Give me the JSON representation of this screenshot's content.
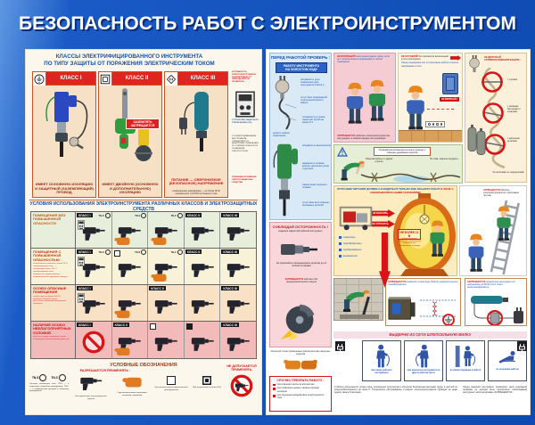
{
  "title": "БЕЗОПАСНОСТЬ РАБОТ С ЭЛЕКТРОИНСТРУМЕНТОМ",
  "strings": {
    "class1": "КЛАСС I",
    "class2": "КЛАСС II",
    "class3": "КЛАСС III",
    "tn_s": "TN-S",
    "tn_c": "TN-C"
  },
  "left": {
    "header1": "КЛАССЫ ЭЛЕКТРИФИЦИРОВАННОГО ИНСТРУМЕНТА",
    "header2": "ПО ТИПУ ЗАЩИТЫ ОТ ПОРАЖЕНИЯ ЭЛЕКТРИЧЕСКИМ ТОКОМ",
    "classes": [
      {
        "label": "КЛАСС I",
        "caption": "ИМЕЕТ ОСНОВНУЮ ИЗОЛЯЦИЮ И ЗАЩИТНЫЙ (ЗАЗЕМЛЯЮЩИЙ) ПРОВОД"
      },
      {
        "label": "КЛАСС II",
        "badge1": "ЗАЗЕМЛЯТЬ",
        "badge2": "ЗАПРЕЩАЕТСЯ",
        "caption": "ИМЕЕТ ДВОЙНУЮ (ОСНОВНУЮ И ДОПОЛНИТЕЛЬНУЮ) ИЗОЛЯЦИЮ"
      },
      {
        "label": "КЛАСС III",
        "caption": "ПИТАНИЕ — СВЕРХНИЗКОЕ (БЕЗОПАСНОЕ) НАПРЯЖЕНИЕ",
        "note": "Номинальное напряжение — не более 50 В переменного и 120 В постоянного тока"
      }
    ],
    "side": {
      "top": "ИСПРАВНОСТЬ ЭЛЕКТРОИНСТРУМЕНТА ПОДТВЕРЖДАЕТСЯ ПЕРИОДИЧЕСКОЙ ПРОВЕРКОЙ",
      "device": "УСТРОЙСТВО ЗАЩИТНОГО ОТКЛЮЧЕНИЯ (УЗО)",
      "mid": "УСЛОВИЯ ПРИМЕНЕНИЯ ИНСТРУМЕНТА ОПРЕДЕЛЯЮТСЯ КАТЕГОРИЕЙ ПОМЕЩЕНИЯ ПО СТЕПЕНИ ОПАСНОСТИ ПОРАЖЕНИЯ ЭЛЕКТРОТОКОМ",
      "bottom": "ПРИМЕНЯЙ ИСПРАВНЫЕ ЭЛЕКТРОЗАЩИТНЫЕ СРЕДСТВА"
    },
    "table_header": "УСЛОВИЯ ИСПОЛЬЗОВАНИЯ ЭЛЕКТРОИНСТРУМЕНТА РАЗЛИЧНЫХ КЛАССОВ И ЭЛЕКТРОЗАЩИТНЫХ СРЕДСТВ",
    "rows": [
      {
        "label": "ПОМЕЩЕНИЯ БЕЗ ПОВЫШЕННОЙ ОПАСНОСТИ"
      },
      {
        "label": "ПОМЕЩЕНИЯ С ПОВЫШЕННОЙ ОПАСНОСТЬЮ",
        "notes": [
          "относительная влажность более 75 %",
          "токопроводящая пыль",
          "температура выше +35 °С",
          "токопроводящие полы",
          "возможность прикосновения к заземленным конструкциям и корпусу"
        ]
      },
      {
        "label": "ОСОБО ОПАСНЫЕ ПОМЕЩЕНИЯ",
        "notes": [
          "особая сырость (около 100 %)",
          "химически активная среда",
          "два и более признаков повышенной опасности"
        ]
      },
      {
        "label": "НАЛИЧИЕ ОСОБО НЕБЛАГОПРИЯТНЫХ УСЛОВИЙ",
        "notes": [
          "работа в сосудах, аппаратах, котлах",
          "в барабанах и металлических емкостях"
        ]
      }
    ],
    "legend": {
      "title": "УСЛОВНЫЕ  ОБОЗНАЧЕНИЯ",
      "allowed": "РАЗРЕШАЕТСЯ ПРИМЕНЯТЬ :",
      "tn_note": "Системы заземления сети: TN-S — с отдельным защитным проводником; TN-C — с совмещенным нулевым и защитным проводником",
      "drill_note": "Без применения электрозащитных средств",
      "glove_note": "С диэлектрическими перчатками, галошами, ковриками",
      "trans_note": "При питании через разделительный трансформатор",
      "volt_note": "При напряжении не более 50 В",
      "not_allowed": "НЕ ДОПУСКАЕТСЯ ПРИМЕНЯТЬ"
    }
  },
  "right": {
    "colA": {
      "header": "ПЕРЕД РАБОТОЙ ПРОВЕРЬ :",
      "badge1": "РАБОТУ ИНСТРУМЕНТА",
      "badge2": "НА ХОЛОСТОМ ХОДУ",
      "check1": "исправность цепи заземления (для инструмента класса I)",
      "check2": "отсутствие повреждений штепсельной вилки и кабеля",
      "check3": "целость кабеля заземления",
      "check4": "сохранность и длина защитной трубки не менее 5 d",
      "check5": "исправность выключателя",
      "check6": "надежность затяжки винтов, крепления узлов и деталей",
      "check7": "закрепление патрона и оправки",
      "check8": "отсутствие выступающих крепежных деталей",
      "caution_header": "СОБЛЮДАЙ ОСТОРОЖНОСТЬ !",
      "caution1": "Надежно закрепляй рабочий инструмент",
      "caution2": "Не прикасайся к вращающимся деталям до их полной остановки",
      "caution3_strong": "ЗАПРЕЩАЕТСЯ",
      "caution3_rest": "работать без предохранительного кожуха",
      "gloves_note": "Используй только проверенные диэлектрические защитные средства",
      "stop_header": "СРОЧНО ПРЕКРАТИ РАБОТУ :",
      "stop_items": [
        "при искрении щеток на коллекторе",
        "при появлении дыма и запаха горящей изоляции",
        "при ощущении воздействия электрического тока"
      ]
    },
    "colB": {
      "no_use_strong": "НЕ ИСПОЛЬЗУЙ",
      "no_use_rest": "электроинструмент сразу, если он с мороза внесен (перемещен) в теплое помещение",
      "no_use_warn_strong": "ЗАПРЕЩАЕТСЯ",
      "no_use_warn_rest": "работать электроинструментом под дождем, в мокрой одежде или рукавицах",
      "no_leave_strong": "НЕ ОСТАВЛЯЙ",
      "no_leave_rest": "без присмотра включенный в сеть инструмент",
      "no_leave_note": "Перед перерывом или по окончании работы отключи напряжение в сети",
      "tag": "НЕ ВКЛЮЧАЙ !",
      "cable_note": "Ограждай расположенную на земле проводку с помощью деревянных коробов",
      "cable1": "Оберегай кабель от ударов и масла",
      "cable2": "Не ставь тяжелые предметы",
      "source1": "ИСТОЧНИК ПИТАНИЯ ДОЛЖЕН НАХОДИТЬСЯ ТОЛЬКО ВНЕ ОБЪЕКТА РАБОТ",
      "source2": "В ЗОНЕ С НЕВЗРЫВООПАСНЫМИ УСЛОВИЯМИ",
      "source_items": [
        "генераторы",
        "трансформаторы",
        "преобразователи",
        "выпрямители"
      ],
      "arrow1": "НЕ ВНОСИТЬ",
      "arrow2": "НЕ ОПУСКАТЬ",
      "tank1": "НЕ БОЛЕЕ 12 В",
      "tank2": "в металлических емкостях с ограниченной возможностью перемещения и выхода",
      "ladder_strong": "ЗАПРЕЩАЕТСЯ",
      "ladder_rest": "работать электроинструментом с приставных лестниц",
      "ban1_strong": "ЗАПРЕЩАЕТСЯ",
      "ban1_rest": "заземлять вторичную обмотку разделительного трансформатора",
      "ban2_strong": "ЗАПРЕЩАЕТСЯ",
      "ban2_rest": "подключать инструмент на напряжение до 50 В к сети через автотрансформатор",
      "unplug_header": "ВЫДЕРНИ ИЗ СЕТИ ШТЕПСЕЛЬНУЮ ВИЛКУ",
      "unplug_items": [
        "при смене рабочего инструмента",
        "при переноске инструмента на другое рабочее место",
        "во время перерыва в работе",
        "по окончании работы"
      ],
      "footer1": "К работе допускаются только лица, прошедшие инструктаж и обучение безопасным методам труда, с группой по электробезопасности не ниже II. Техническое обслуживание и ремонт электроинструмента проводят не реже одного раза в 6 месяцев.",
      "footer2": "Перед выдачей инструмент проверяют, дата очередной проверки не должна быть просрочена. Неисправный инструмент эксплуатировать ЗАПРЕЩАЕТСЯ."
    },
    "colC": {
      "header": "НЕ ДОПУСКАЙ СОПРИКОСНОВЕНИЯ КАБЕЛЯ :",
      "items": [
        "с тросами",
        "с газовыми баллонами и шлангами",
        "с нагретыми деталями"
      ],
      "note": "Не натягивай, не перекручивай"
    }
  }
}
